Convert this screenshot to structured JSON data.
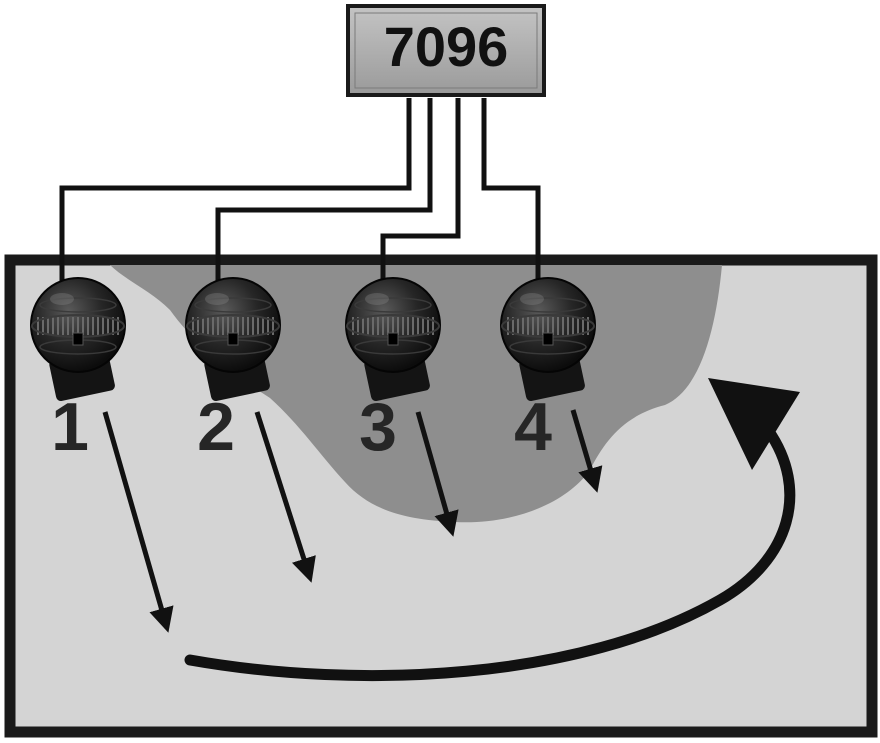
{
  "controller": {
    "label": "7096",
    "icon": "controller-box-icon"
  },
  "pumps": [
    {
      "number": "1",
      "icon": "wave-pump-icon"
    },
    {
      "number": "2",
      "icon": "wave-pump-icon"
    },
    {
      "number": "3",
      "icon": "wave-pump-icon"
    },
    {
      "number": "4",
      "icon": "wave-pump-icon"
    }
  ],
  "flow": {
    "arrows": [
      "pump-1-flow",
      "pump-2-flow",
      "pump-3-flow",
      "pump-4-flow"
    ],
    "return_current": "circular-current-arrow"
  },
  "colors": {
    "tank_water": "#d4d4d4",
    "rock_zone": "#8e8e8e",
    "tank_frame": "#1a1a1a",
    "controller_fill": "#a9a9a9",
    "pump_body": "#1c1c1c"
  }
}
